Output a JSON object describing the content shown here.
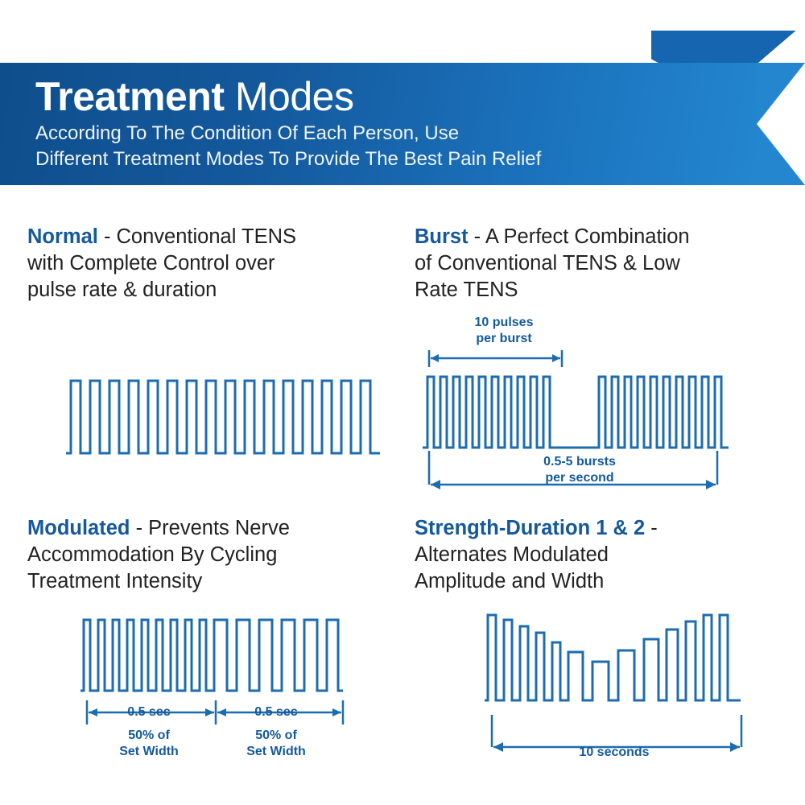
{
  "header": {
    "title_bold": "Treatment",
    "title_light": "Modes",
    "subtitle_line1": "According To The Condition Of Each Person, Use",
    "subtitle_line2": "Different Treatment Modes To Provide The Best Pain Relief",
    "accent_color": "#14599d",
    "flag_color": "#1565b0"
  },
  "modes": [
    {
      "name": "Normal",
      "description": " - Conventional TENS with Complete Control over pulse rate & duration",
      "desc_lines": [
        " - Conventional TENS",
        "with Complete Control over",
        "pulse rate & duration"
      ],
      "waveform": "continuous-square-pulse-train"
    },
    {
      "name": "Burst",
      "description": " - A Perfect Combination of Conventional TENS & Low Rate TENS",
      "desc_lines": [
        " - A Perfect Combination",
        "of Conventional TENS & Low",
        "Rate TENS"
      ],
      "waveform": "burst-square-pulse-train",
      "annotations": [
        {
          "line1": "10 pulses",
          "line2": "per burst"
        },
        {
          "line1": "0.5-5 bursts",
          "line2": "per second"
        }
      ]
    },
    {
      "name": "Modulated",
      "description": " - Prevents Nerve Accommodation By Cycling Treatment Intensity",
      "desc_lines": [
        " - Prevents Nerve",
        "Accommodation By Cycling",
        "Treatment Intensity"
      ],
      "waveform": "modulated-width-pulse-train",
      "annotations": [
        {
          "line1": "0.5 sec",
          "line2": "50% of",
          "line3": "Set Width"
        },
        {
          "line1": "0.5 sec",
          "line2": "50% of",
          "line3": "Set Width"
        }
      ]
    },
    {
      "name": "Strength-Duration 1 & 2",
      "description": " - Alternates Modulated Amplitude and Width",
      "desc_lines": [
        " -",
        "Alternates Modulated",
        "Amplitude and Width"
      ],
      "waveform": "amplitude-and-width-modulated-pulse-train",
      "annotations": [
        {
          "line1": "10 seconds"
        }
      ]
    }
  ],
  "stroke_color": "#1d6cb0"
}
